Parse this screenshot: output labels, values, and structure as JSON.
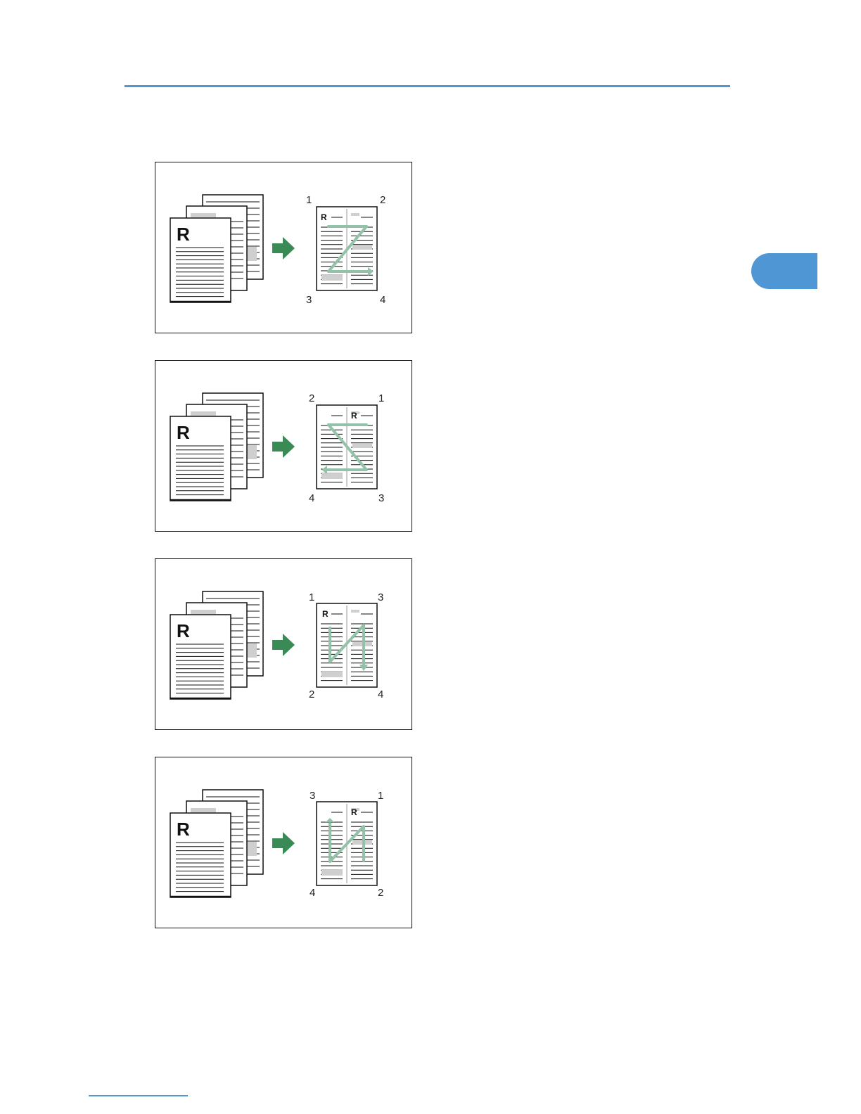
{
  "colors": {
    "accent": "#4f97d4",
    "arrow": "#3a8a55",
    "flow": "#93c2a8",
    "gray_block": "#cfcfcf"
  },
  "page": {
    "header_rule": "",
    "chapter_tab": ""
  },
  "panels": [
    {
      "id": "left-to-right",
      "stack_letter": "R",
      "out_letter": "R",
      "corners": {
        "tl": "1",
        "tr": "2",
        "bl": "3",
        "br": "4"
      },
      "flow": "Z",
      "arrow_icon": "right-arrow-icon"
    },
    {
      "id": "right-to-left",
      "stack_letter": "R",
      "out_letter": "R",
      "corners": {
        "tl": "2",
        "tr": "1",
        "bl": "4",
        "br": "3"
      },
      "flow": "reverse-Z",
      "arrow_icon": "right-arrow-icon"
    },
    {
      "id": "top-to-bottom-left-start",
      "stack_letter": "R",
      "out_letter": "R",
      "corners": {
        "tl": "1",
        "tr": "3",
        "bl": "2",
        "br": "4"
      },
      "flow": "N",
      "arrow_icon": "right-arrow-icon"
    },
    {
      "id": "top-to-bottom-right-start",
      "stack_letter": "R",
      "out_letter": "R",
      "corners": {
        "tl": "3",
        "tr": "1",
        "bl": "4",
        "br": "2"
      },
      "flow": "reverse-N",
      "arrow_icon": "right-arrow-icon"
    }
  ]
}
